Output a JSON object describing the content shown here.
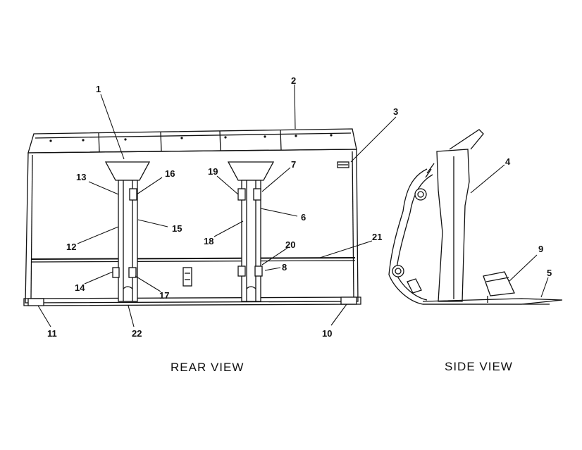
{
  "labels": {
    "c1": "1",
    "c2": "2",
    "c3": "3",
    "c4": "4",
    "c5": "5",
    "c6": "6",
    "c7": "7",
    "c8": "8",
    "c9": "9",
    "c10": "10",
    "c11": "11",
    "c12": "12",
    "c13": "13",
    "c14": "14",
    "c15": "15",
    "c16": "16",
    "c17": "17",
    "c18": "18",
    "c19": "19",
    "c20": "20",
    "c21": "21",
    "c22": "22"
  },
  "captions": {
    "rear": "REAR VIEW",
    "side": "SIDE VIEW"
  }
}
